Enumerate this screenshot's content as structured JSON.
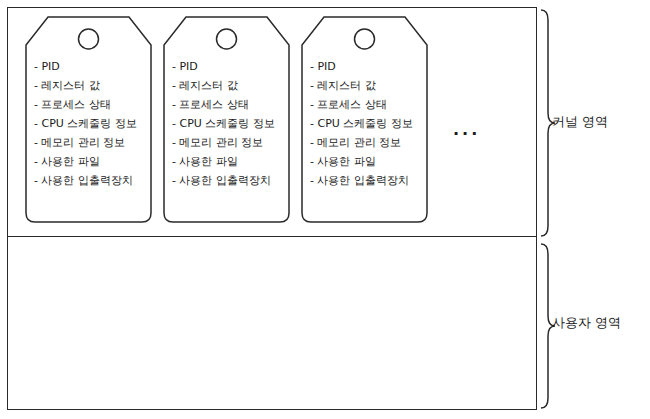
{
  "diagram": {
    "nodes": [
      {
        "text": [
          "커널 영역"
        ]
      },
      {
        "text": [
          "- PID",
          "- 레지스터 값",
          "- 프로세스 상태",
          "- CPU 스케줄링 정보",
          "- 메모리 관리 정보",
          "- 사용한 파일",
          "- 사용한 입출력장치"
        ],
        "in": 0
      },
      {
        "text": [
          "- PID",
          "- 레지스터 값",
          "- 프로세스 상태",
          "- CPU 스케줄링 정보",
          "- 메모리 관리 정보",
          "- 사용한 파일",
          "- 사용한 입출력장치"
        ],
        "in": 0
      },
      {
        "text": [
          "- PID",
          "- 레지스터 값",
          "- 프로세스 상태",
          "- CPU 스케줄링 정보",
          "- 메모리 관리 정보",
          "- 사용한 파일",
          "- 사용한 입출력장치"
        ],
        "in": 0
      },
      {
        "text": [
          "사용자 영역"
        ]
      }
    ],
    "labels": [
      "..."
    ]
  }
}
